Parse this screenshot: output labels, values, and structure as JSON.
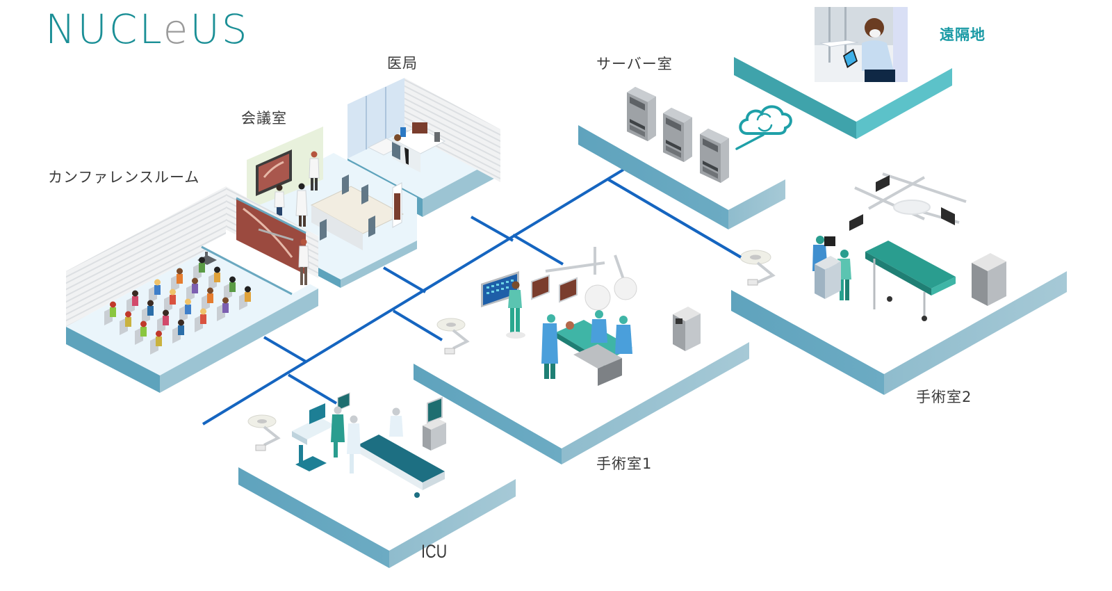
{
  "brand": {
    "logo_text_prefix": "NUCL",
    "logo_text_e": "e",
    "logo_text_suffix": "US",
    "logo_full": "NUCLeUS",
    "primary_color": "#1b8f96",
    "accent_grey": "#9a9a9a"
  },
  "colors": {
    "network_line": "#1565c0",
    "platform_edge": "#6aa8c0",
    "platform_edge_dark": "#5b9db7",
    "platform_top": "#ffffff",
    "room_floor": "#eaf5fb",
    "remote_platform": "#4fb8c0",
    "cloud": "#1fa0a8",
    "label_text": "#3a3a3a",
    "remote_label": "#1a9aa5"
  },
  "rooms": {
    "conference_hall": {
      "label": "カンファレンスルーム",
      "icon": "audience-seats-icon"
    },
    "meeting_room": {
      "label": "会議室",
      "icon": "meeting-table-icon"
    },
    "medical_office": {
      "label": "医局",
      "icon": "doctor-desk-icon"
    },
    "server_room": {
      "label": "サーバー室",
      "icon": "server-rack-icon"
    },
    "remote_site": {
      "label": "遠隔地",
      "icon": "remote-doctor-tablet-icon"
    },
    "or1": {
      "label": "手術室1",
      "icon": "operating-table-icon"
    },
    "or2": {
      "label": "手術室2",
      "icon": "surgical-bed-icon"
    },
    "icu": {
      "label": "ICU",
      "icon": "icu-bed-icon"
    }
  },
  "network": {
    "cloud_icon": "cloud-sync-icon"
  }
}
